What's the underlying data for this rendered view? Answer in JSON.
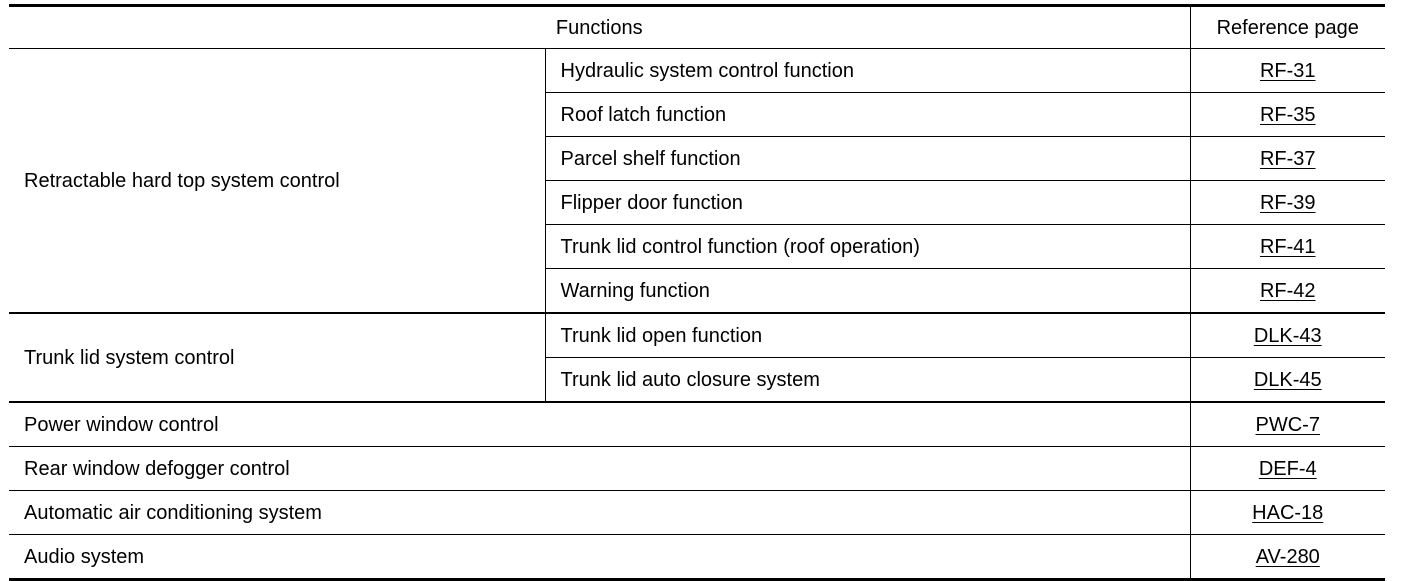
{
  "header": {
    "functions": "Functions",
    "reference_page": "Reference page"
  },
  "groups": {
    "retractable": {
      "label": "Retractable hard top system control",
      "items": [
        {
          "function": "Hydraulic system control function",
          "ref": "RF-31"
        },
        {
          "function": "Roof latch function",
          "ref": "RF-35"
        },
        {
          "function": "Parcel shelf function",
          "ref": "RF-37"
        },
        {
          "function": "Flipper door function",
          "ref": "RF-39"
        },
        {
          "function": "Trunk lid control function (roof operation)",
          "ref": "RF-41"
        },
        {
          "function": "Warning function",
          "ref": "RF-42"
        }
      ]
    },
    "trunk": {
      "label": "Trunk lid system control",
      "items": [
        {
          "function": "Trunk lid open function",
          "ref": "DLK-43"
        },
        {
          "function": "Trunk lid auto closure system",
          "ref": "DLK-45"
        }
      ]
    }
  },
  "rows": [
    {
      "function": "Power window control",
      "ref": "PWC-7"
    },
    {
      "function": "Rear window defogger control",
      "ref": "DEF-4"
    },
    {
      "function": "Automatic air conditioning system",
      "ref": "HAC-18"
    },
    {
      "function": "Audio system",
      "ref": "AV-280"
    }
  ]
}
